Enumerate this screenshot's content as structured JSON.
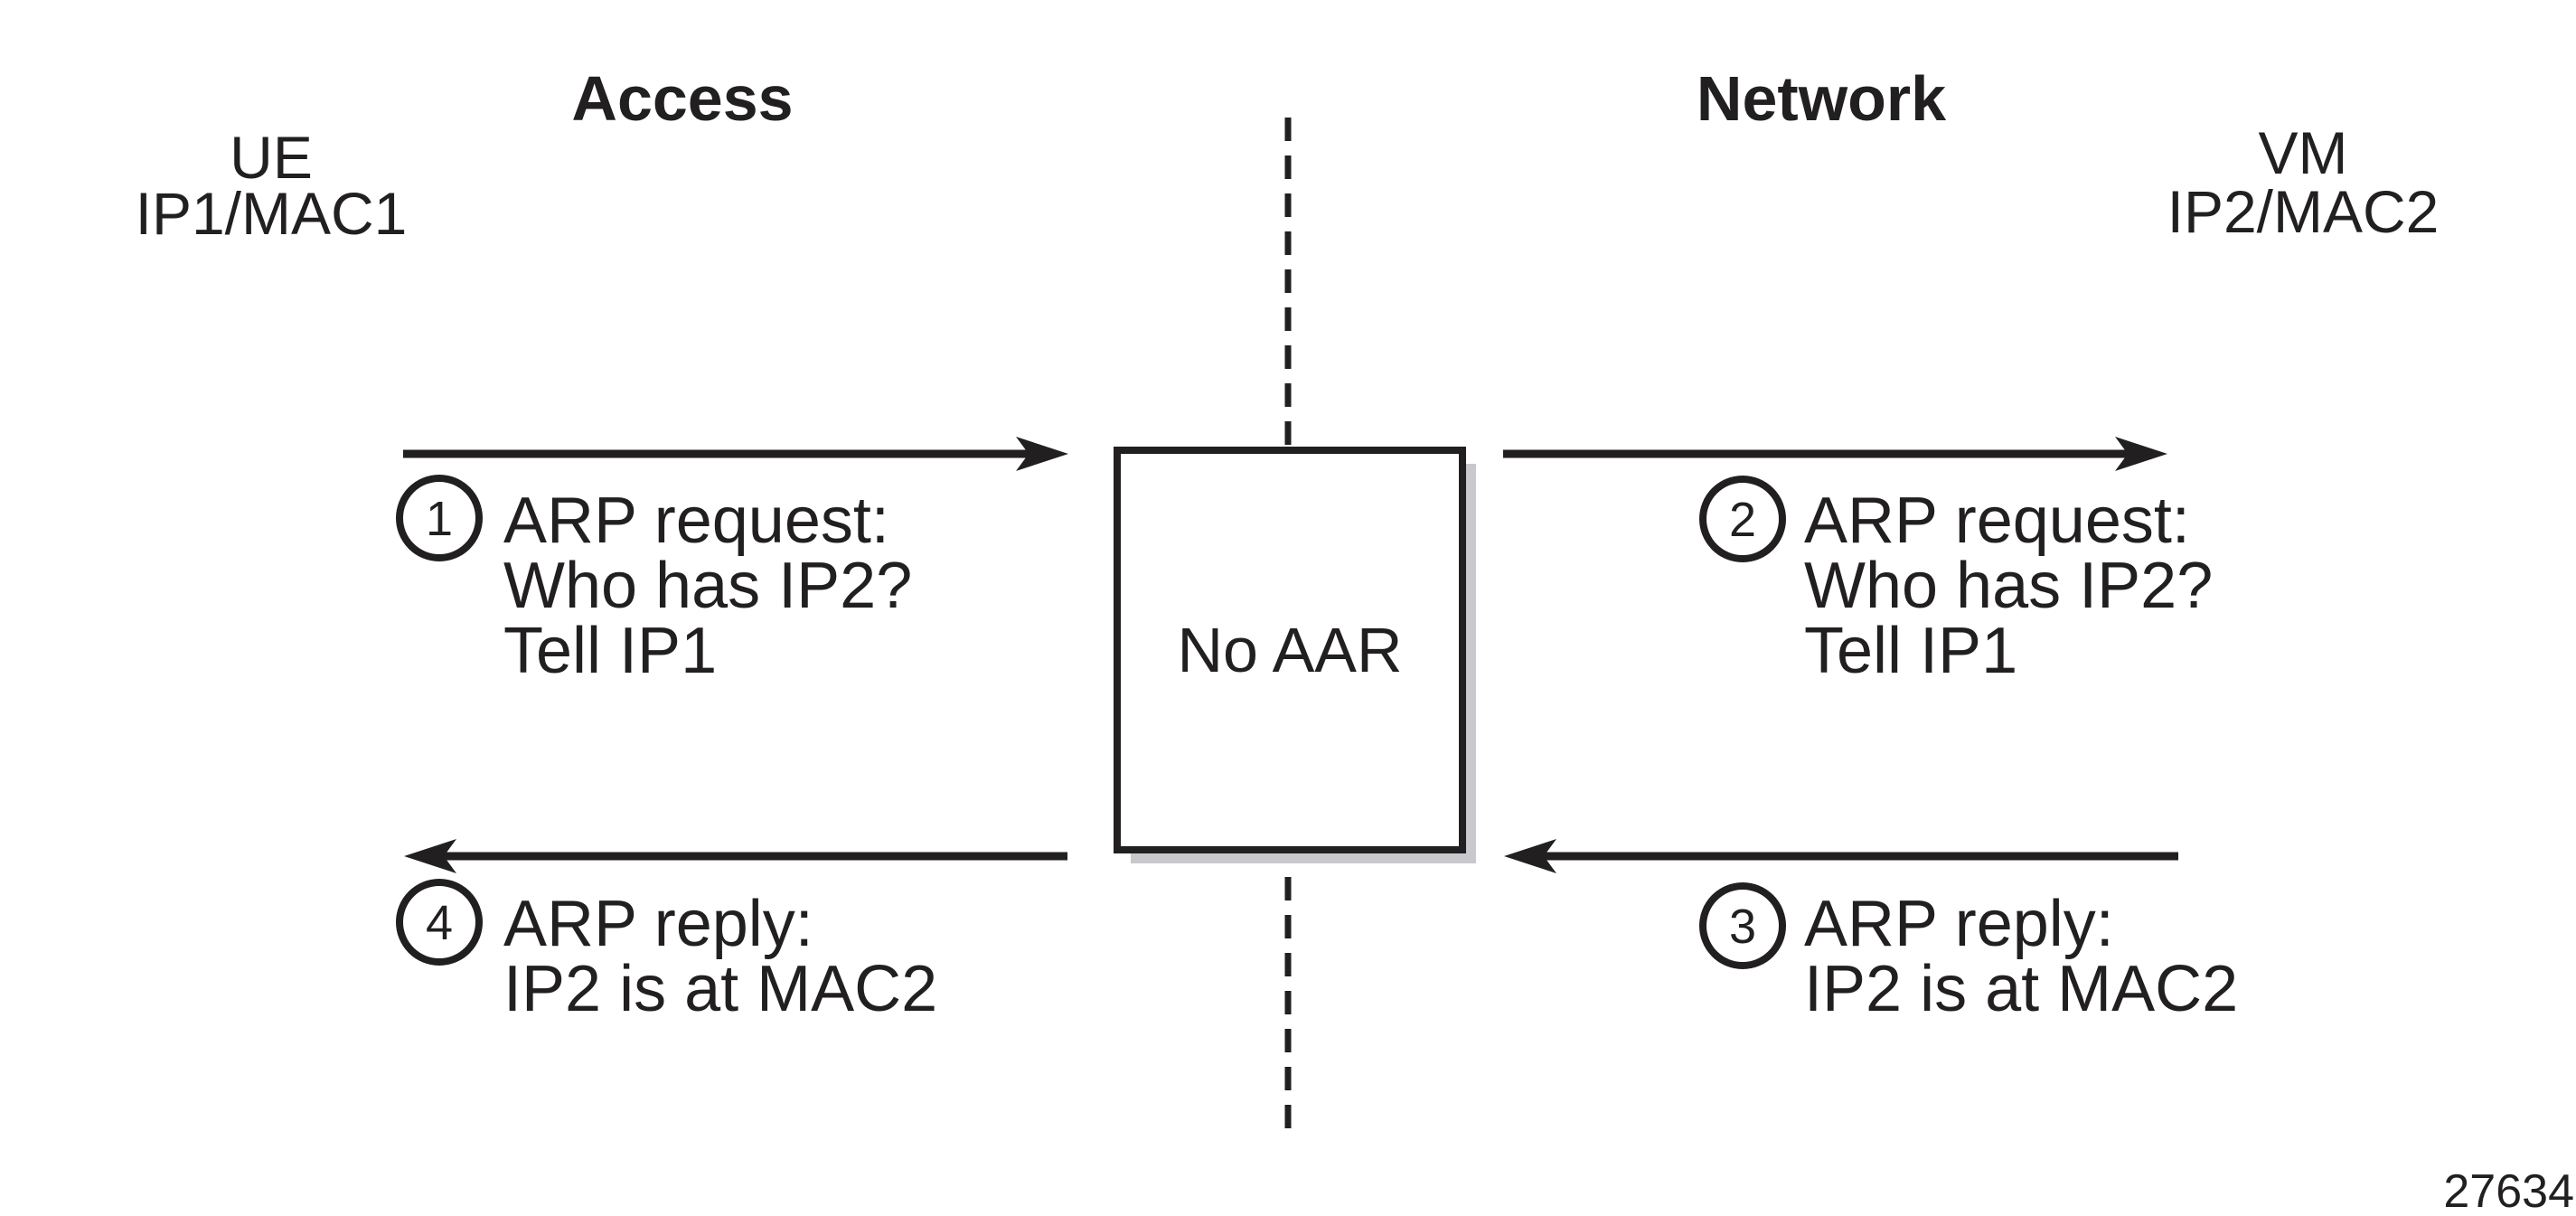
{
  "diagram": {
    "sections": {
      "left_heading": "Access",
      "right_heading": "Network"
    },
    "endpoints": {
      "left": {
        "name": "UE",
        "address": "IP1/MAC1"
      },
      "right": {
        "name": "VM",
        "address": "IP2/MAC2"
      }
    },
    "middlebox": {
      "label": "No AAR"
    },
    "steps": [
      {
        "number": "1",
        "direction": "right",
        "lines": [
          "ARP request:",
          "Who has IP2?",
          "Tell IP1"
        ]
      },
      {
        "number": "2",
        "direction": "right",
        "lines": [
          "ARP request:",
          "Who has IP2?",
          "Tell IP1"
        ]
      },
      {
        "number": "3",
        "direction": "left",
        "lines": [
          "ARP reply:",
          "IP2 is at MAC2"
        ]
      },
      {
        "number": "4",
        "direction": "left",
        "lines": [
          "ARP reply:",
          "IP2 is at MAC2"
        ]
      }
    ],
    "figure_number": "27634",
    "colors": {
      "ink": "#221f20",
      "shadow": "#c9c9cd",
      "background": "#ffffff"
    }
  }
}
